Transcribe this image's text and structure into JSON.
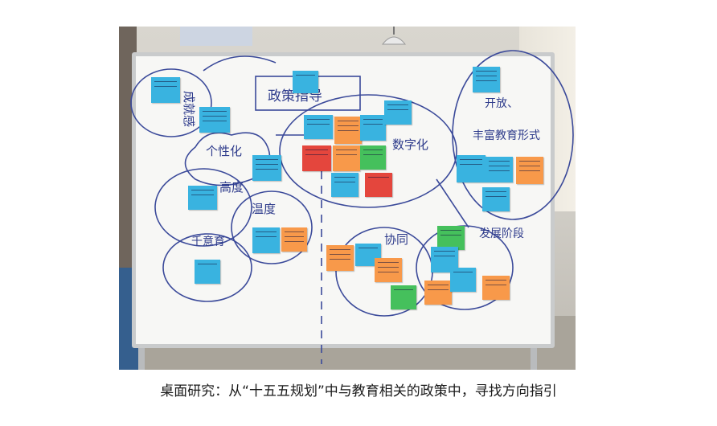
{
  "caption": "桌面研究：从“十五五规划”中与教育相关的政策中，寻找方向指引",
  "board_labels": {
    "title": "政策指导",
    "cheng_jiu": "成就感",
    "ge_xing": "个性化",
    "shu_zi": "数字化",
    "kai_fang": "开放、",
    "feng_fu": "丰富教育形式",
    "gao_du": "高度",
    "wen_du": "温度",
    "qian_yi": "千意育",
    "xie_tong": "协同",
    "fa_zhan": "发展阶段"
  },
  "colors": {
    "note_cyan": "#39b3e0",
    "note_orange": "#f8994a",
    "note_red": "#e4463d",
    "note_green": "#45c05c",
    "marker": "#3b4a9a"
  }
}
